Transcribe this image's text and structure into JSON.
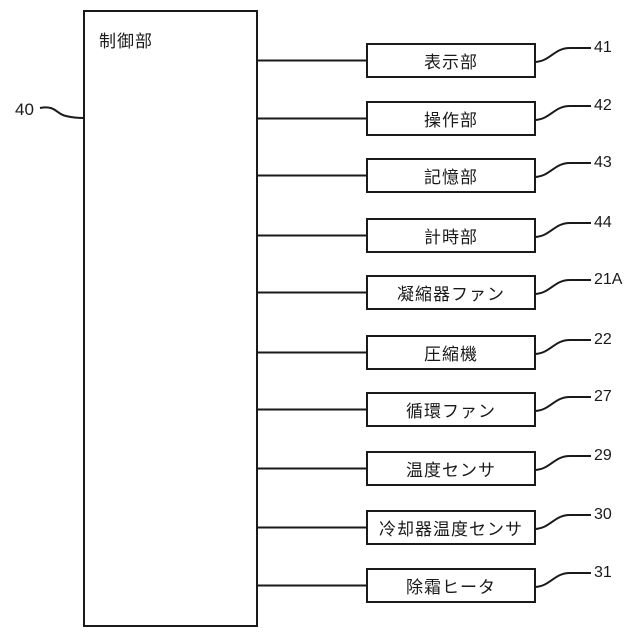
{
  "diagram": {
    "type": "block-diagram",
    "control_box": {
      "label": "制御部",
      "ref": "40"
    },
    "components": [
      {
        "label": "表示部",
        "ref": "41"
      },
      {
        "label": "操作部",
        "ref": "42"
      },
      {
        "label": "記憶部",
        "ref": "43"
      },
      {
        "label": "計時部",
        "ref": "44"
      },
      {
        "label": "凝縮器ファン",
        "ref": "21A"
      },
      {
        "label": "圧縮機",
        "ref": "22"
      },
      {
        "label": "循環ファン",
        "ref": "27"
      },
      {
        "label": "温度センサ",
        "ref": "29"
      },
      {
        "label": "冷却器温度センサ",
        "ref": "30"
      },
      {
        "label": "除霜ヒータ",
        "ref": "31"
      }
    ],
    "colors": {
      "line": "#1a1a1a",
      "background": "#ffffff",
      "text": "#1a1a1a"
    }
  }
}
